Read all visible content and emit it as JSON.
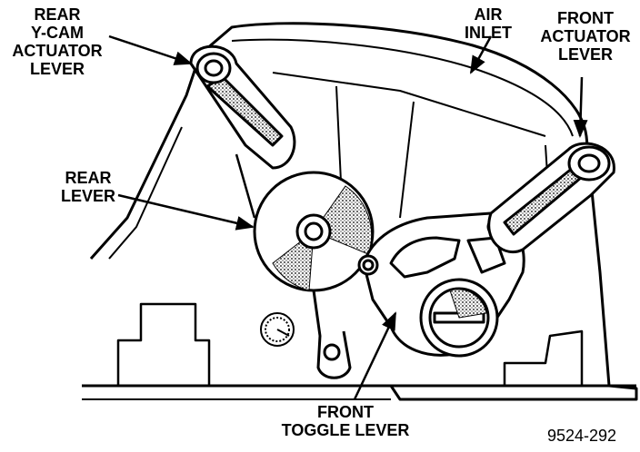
{
  "labels": {
    "rear_ycam": [
      "REAR",
      "Y-CAM",
      "ACTUATOR",
      "LEVER"
    ],
    "air_inlet": [
      "AIR",
      "INLET"
    ],
    "front_actuator": [
      "FRONT",
      "ACTUATOR",
      "LEVER"
    ],
    "rear_lever": [
      "REAR",
      "LEVER"
    ],
    "front_toggle": [
      "FRONT",
      "TOGGLE LEVER"
    ]
  },
  "figure_number": "9524-292",
  "colors": {
    "ink": "#000000",
    "paper": "#ffffff"
  }
}
